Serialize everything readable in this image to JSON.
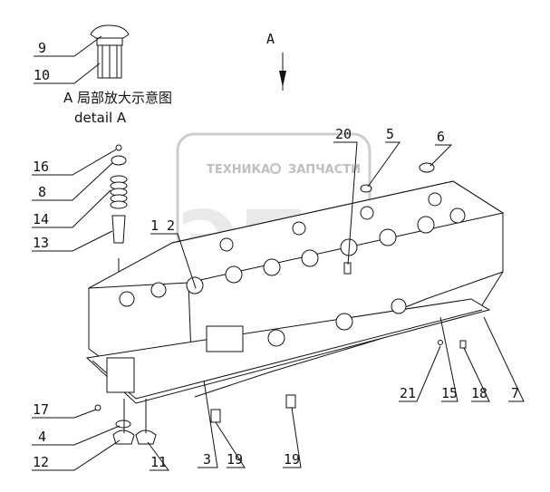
{
  "view_marker": "A",
  "detail_caption_cn": "A 局部放大示意图",
  "detail_caption_en": "detail  A",
  "watermark": {
    "line1_left": "ТЕХНИКА",
    "line1_right": "ЗАПЧАСТИ",
    "big": "ЭПС"
  },
  "callouts": [
    {
      "id": "c9",
      "text": "9"
    },
    {
      "id": "c10",
      "text": "10"
    },
    {
      "id": "c16",
      "text": "16"
    },
    {
      "id": "c8",
      "text": "8"
    },
    {
      "id": "c14",
      "text": "14"
    },
    {
      "id": "c13",
      "text": "13"
    },
    {
      "id": "c12a",
      "text": "1 2"
    },
    {
      "id": "c20",
      "text": "20"
    },
    {
      "id": "c5",
      "text": "5"
    },
    {
      "id": "c6",
      "text": "6"
    },
    {
      "id": "c17",
      "text": "17"
    },
    {
      "id": "c4",
      "text": "4"
    },
    {
      "id": "c12b",
      "text": "12"
    },
    {
      "id": "c11",
      "text": "11"
    },
    {
      "id": "c3",
      "text": "3"
    },
    {
      "id": "c19a",
      "text": "19"
    },
    {
      "id": "c19b",
      "text": "19"
    },
    {
      "id": "c21",
      "text": "21"
    },
    {
      "id": "c15",
      "text": "15"
    },
    {
      "id": "c18",
      "text": "18"
    },
    {
      "id": "c7",
      "text": "7"
    }
  ]
}
